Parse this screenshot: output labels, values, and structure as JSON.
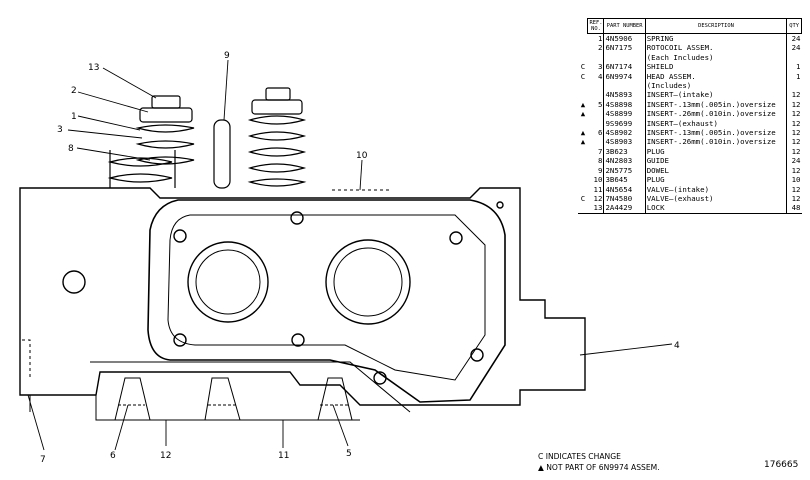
{
  "table": {
    "headers": {
      "ref": "REF. NO.",
      "part": "PART NUMBER",
      "desc": "DESCRIPTION",
      "qty": "QTY"
    },
    "rows": [
      {
        "mark": "",
        "ref": "1",
        "part": "4N5906",
        "desc": "SPRING",
        "lvl": 0,
        "qty": "24"
      },
      {
        "mark": "",
        "ref": "2",
        "part": "6N7175",
        "desc": "ROTOCOIL ASSEM.",
        "lvl": 0,
        "qty": "24"
      },
      {
        "mark": "",
        "ref": "",
        "part": "",
        "desc": "(Each Includes)",
        "lvl": 1,
        "qty": ""
      },
      {
        "mark": "C",
        "ref": "3",
        "part": "6N7174",
        "desc": "SHIELD",
        "lvl": 1,
        "qty": "1"
      },
      {
        "mark": "C",
        "ref": "4",
        "part": "6N9974",
        "desc": "HEAD ASSEM.",
        "lvl": 0,
        "qty": "1"
      },
      {
        "mark": "",
        "ref": "",
        "part": "",
        "desc": "(Includes)",
        "lvl": 1,
        "qty": ""
      },
      {
        "mark": "",
        "ref": "",
        "part": "4N5893",
        "desc": "INSERT—(intake)",
        "lvl": 2,
        "qty": "12"
      },
      {
        "mark": "▲",
        "ref": "5",
        "part": "4S8898",
        "desc": "INSERT-.13mm(.005in.)oversize",
        "lvl": 2,
        "qty": "12"
      },
      {
        "mark": "▲",
        "ref": "",
        "part": "4S8899",
        "desc": "INSERT-.26mm(.010in.)oversize",
        "lvl": 2,
        "qty": "12"
      },
      {
        "mark": "",
        "ref": "",
        "part": "9S9699",
        "desc": "INSERT—(exhaust)",
        "lvl": 2,
        "qty": "12"
      },
      {
        "mark": "▲",
        "ref": "6",
        "part": "4S8902",
        "desc": "INSERT-.13mm(.005in.)oversize",
        "lvl": 2,
        "qty": "12"
      },
      {
        "mark": "▲",
        "ref": "",
        "part": "4S8903",
        "desc": "INSERT-.26mm(.010in.)oversize",
        "lvl": 2,
        "qty": "12"
      },
      {
        "mark": "",
        "ref": "7",
        "part": "3B623",
        "desc": "PLUG",
        "lvl": 2,
        "qty": "12"
      },
      {
        "mark": "",
        "ref": "8",
        "part": "4N2803",
        "desc": "GUIDE",
        "lvl": 2,
        "qty": "24"
      },
      {
        "mark": "",
        "ref": "9",
        "part": "2N5775",
        "desc": "DOWEL",
        "lvl": 2,
        "qty": "12"
      },
      {
        "mark": "",
        "ref": "10",
        "part": "3B645",
        "desc": "PLUG",
        "lvl": 2,
        "qty": "10"
      },
      {
        "mark": "",
        "ref": "11",
        "part": "4N5654",
        "desc": "VALVE—(intake)",
        "lvl": 0,
        "qty": "12"
      },
      {
        "mark": "C",
        "ref": "12",
        "part": "7N4580",
        "desc": "VALVE—(exhaust)",
        "lvl": 0,
        "qty": "12"
      },
      {
        "mark": "",
        "ref": "13",
        "part": "2A4429",
        "desc": "LOCK",
        "lvl": 0,
        "qty": "48"
      }
    ]
  },
  "callouts": [
    "13",
    "2",
    "1",
    "3",
    "8",
    "9",
    "10",
    "4",
    "7",
    "6",
    "12",
    "11",
    "5"
  ],
  "notes": {
    "change": "C INDICATES CHANGE",
    "not_part": "▲ NOT PART OF 6N9974 ASSEM."
  },
  "figure_number": "176665"
}
